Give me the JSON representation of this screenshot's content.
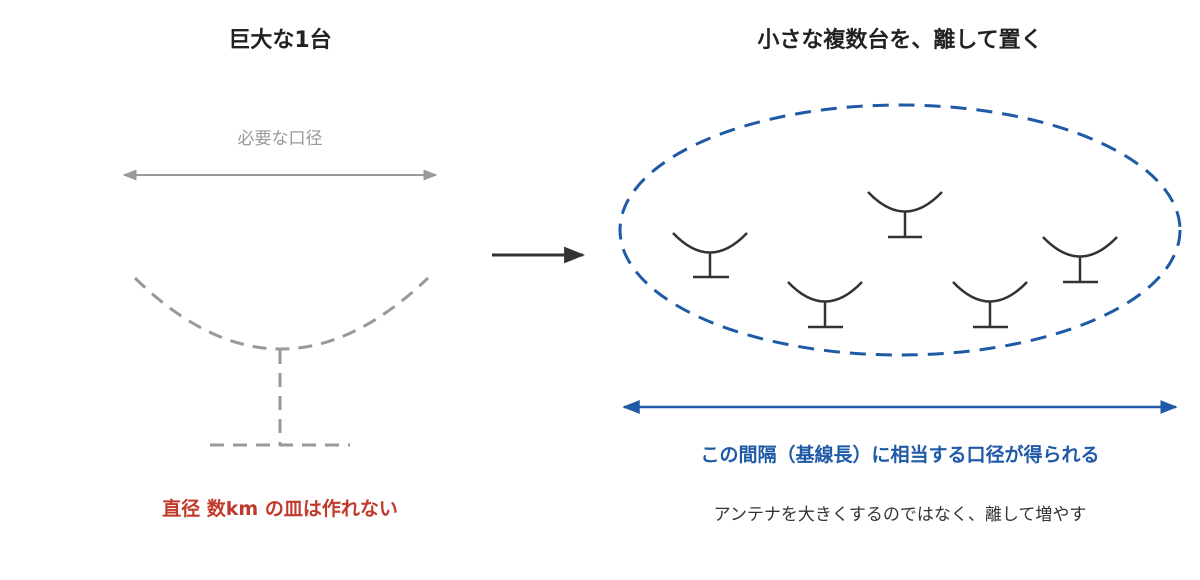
{
  "left_panel": {
    "title": "巨大な1台",
    "aperture_label": "必要な口径",
    "caption": "直径 数km の皿は作れない"
  },
  "right_panel": {
    "title": "小さな複数台を、離して置く",
    "baseline_label": "この間隔（基線長）に相当する口径が得られる",
    "caption": "アンテナを大きくするのではなく、離して増やす"
  },
  "colors": {
    "heading": "#222222",
    "muted_gray": "#999999",
    "dish_dashed": "#999999",
    "arrow_dark": "#333333",
    "antenna": "#333333",
    "accent_blue": "#1f5aa6",
    "caption_red": "#c0392b"
  },
  "antenna_count": 5
}
